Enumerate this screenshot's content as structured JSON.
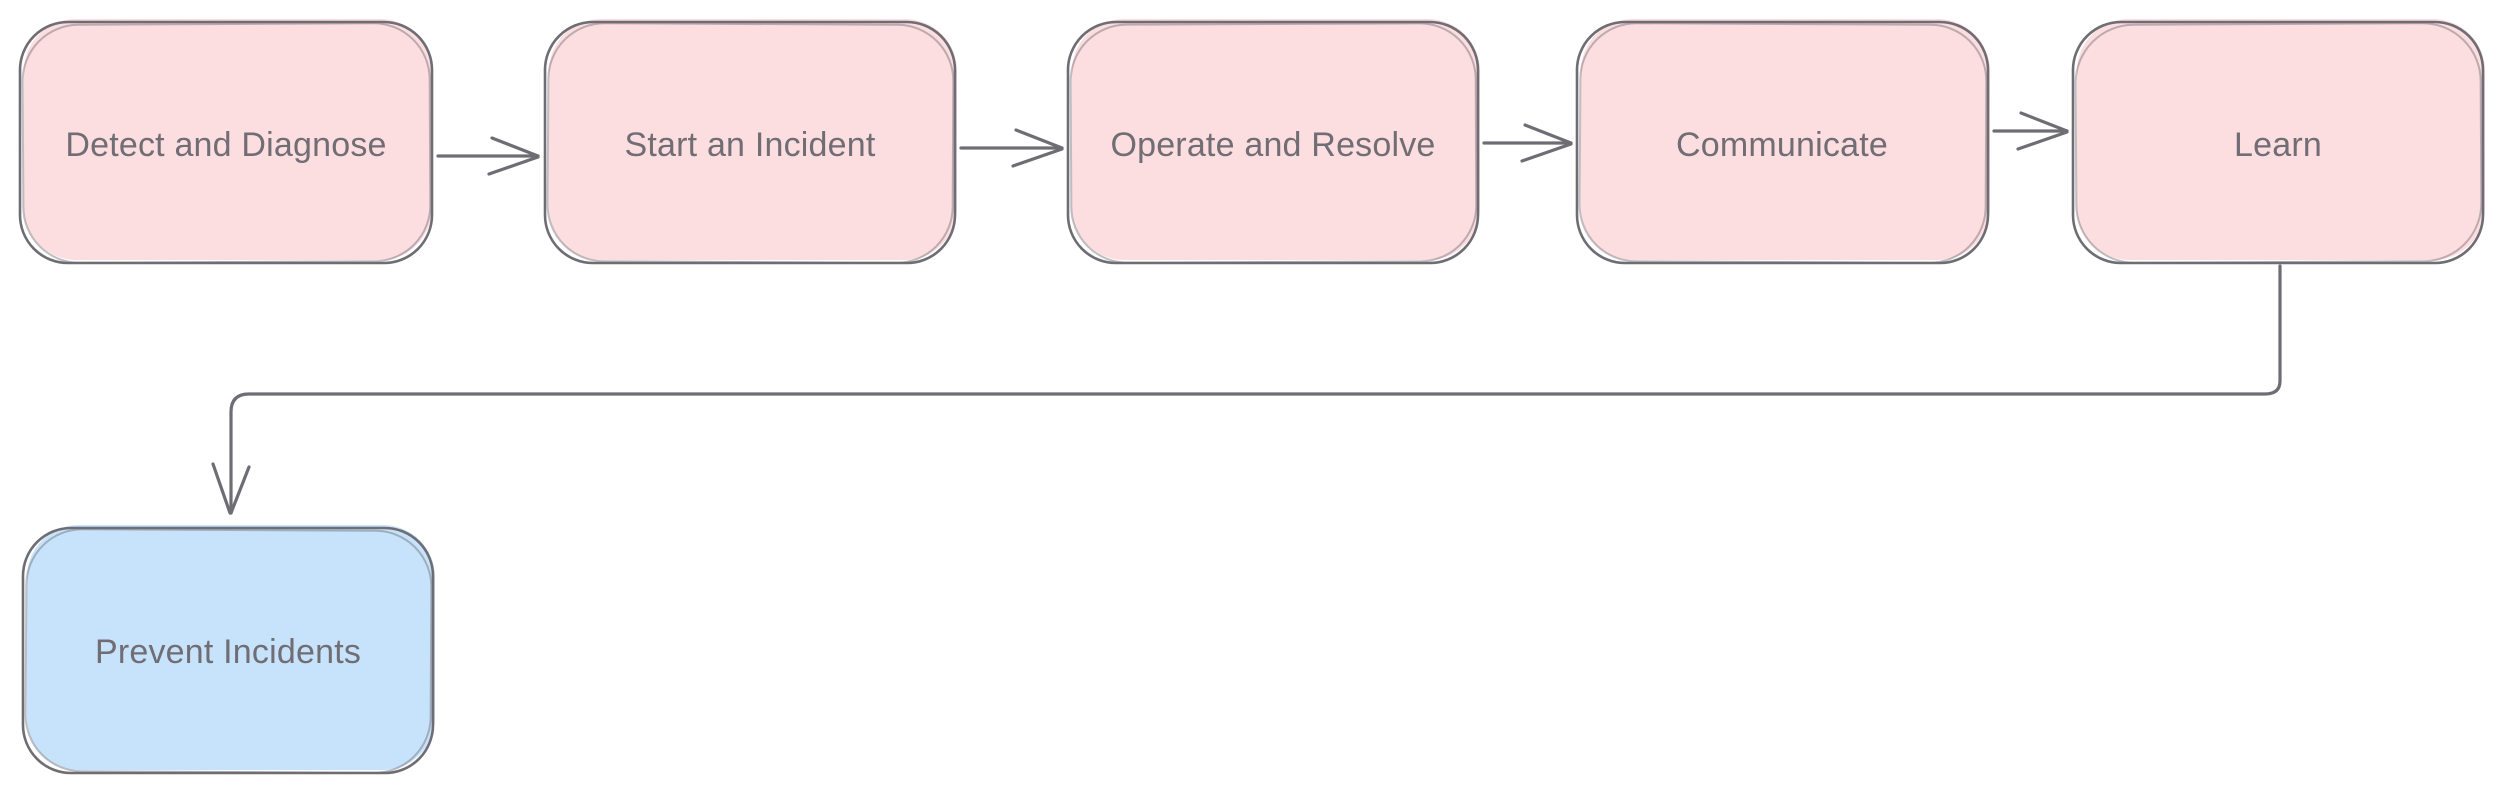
{
  "diagram": {
    "type": "flowchart",
    "style": "hand-drawn",
    "background_color": "#ffffff",
    "line_color": "#6f6d74",
    "text_color": "#706d74",
    "nodes": [
      {
        "id": "detect",
        "label": "Detect and Diagnose",
        "fill": "#fcdde0",
        "shape": "rounded-rectangle"
      },
      {
        "id": "start",
        "label": "Start an Incident",
        "fill": "#fcdde0",
        "shape": "rounded-rectangle"
      },
      {
        "id": "operate",
        "label": "Operate and Resolve",
        "fill": "#fcdde0",
        "shape": "rounded-rectangle"
      },
      {
        "id": "communicate",
        "label": "Communicate",
        "fill": "#fcdde0",
        "shape": "rounded-rectangle"
      },
      {
        "id": "learn",
        "label": "Learn",
        "fill": "#fcdde0",
        "shape": "rounded-rectangle"
      },
      {
        "id": "prevent",
        "label": "Prevent Incidents",
        "fill": "#c7e3fb",
        "shape": "rounded-rectangle"
      }
    ],
    "edges": [
      {
        "from": "Detect and Diagnose",
        "to": "Start an Incident",
        "arrow": "open-head"
      },
      {
        "from": "Start an Incident",
        "to": "Operate and Resolve",
        "arrow": "open-head"
      },
      {
        "from": "Operate and Resolve",
        "to": "Communicate",
        "arrow": "open-head"
      },
      {
        "from": "Communicate",
        "to": "Learn",
        "arrow": "open-head"
      },
      {
        "from": "Learn",
        "to": "Prevent Incidents",
        "arrow": "open-head",
        "routing": "down-left-down"
      }
    ]
  }
}
